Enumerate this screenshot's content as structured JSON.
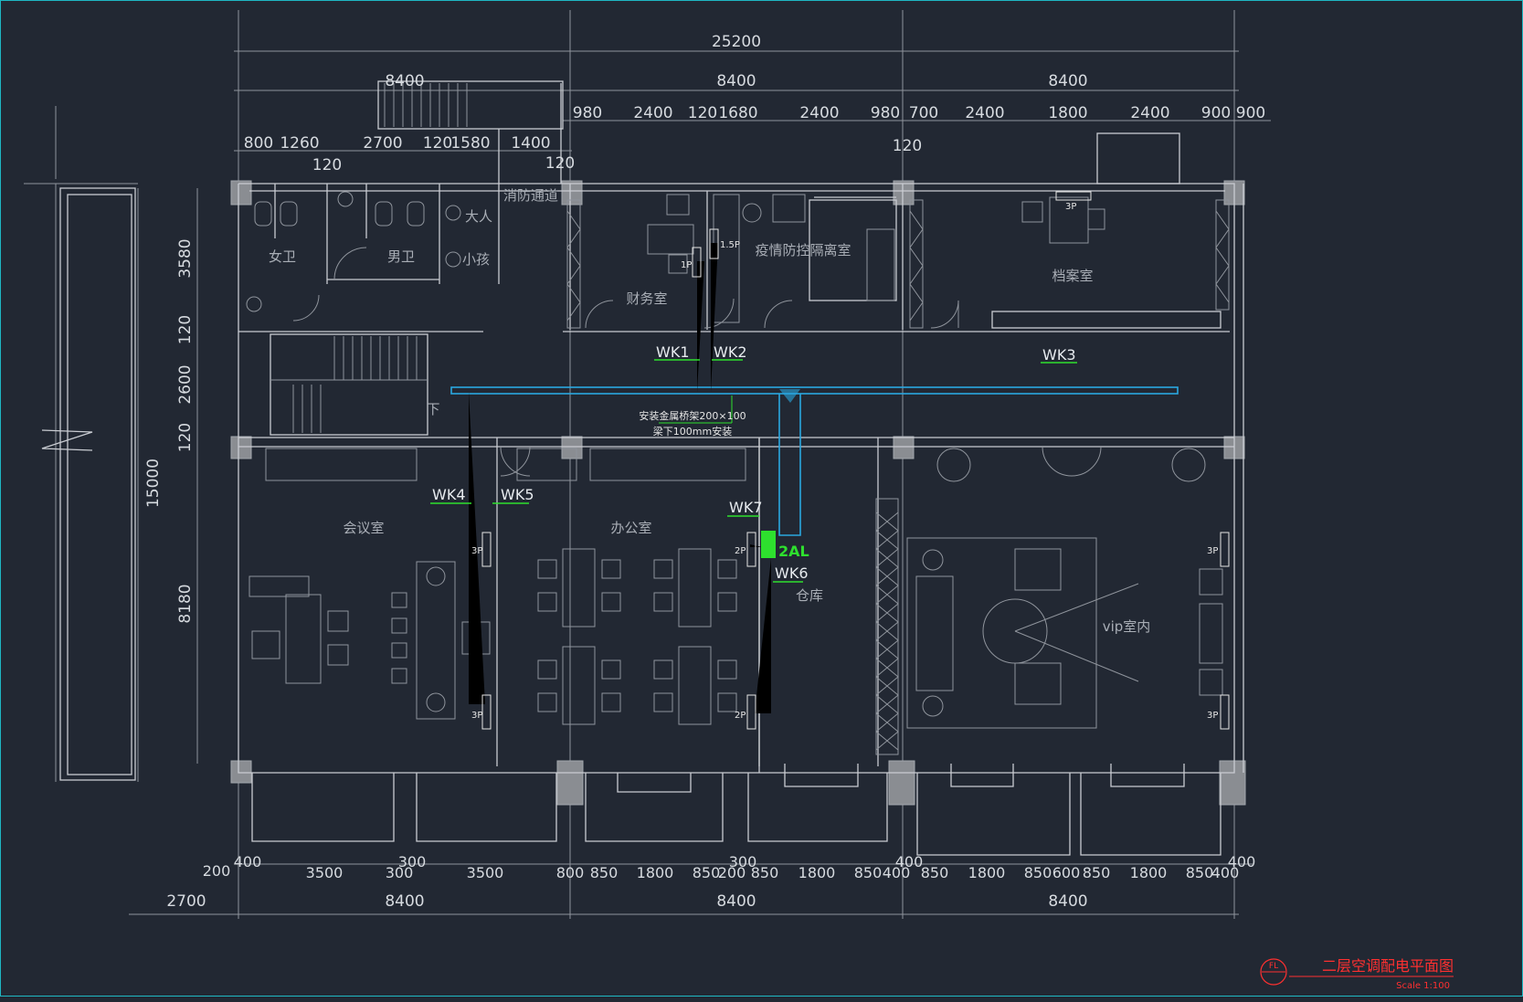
{
  "drawing": {
    "title": "二层空调配电平面图",
    "scale": "Scale 1:100",
    "stamp": "FL"
  },
  "dimensions": {
    "total_top": "25200",
    "bays_top": [
      "8400",
      "8400",
      "8400"
    ],
    "row2_mid": [
      "980",
      "2400",
      "120",
      "1680",
      "2400",
      "980"
    ],
    "row2_right": [
      "700",
      "2400",
      "1800",
      "2400",
      "900",
      "900"
    ],
    "row3_left": [
      "800",
      "1260",
      "2700",
      "120",
      "1580",
      "1400"
    ],
    "small_120": [
      "120",
      "120",
      "120"
    ],
    "left_vertical": [
      "3580",
      "120",
      "2600",
      "120",
      "8180"
    ],
    "left_total": "15000",
    "bottom_row1": [
      "200",
      "400",
      "3500",
      "300",
      "300",
      "3500",
      "800",
      "850",
      "1800",
      "850",
      "200",
      "300",
      "850",
      "1800",
      "850",
      "400",
      "400",
      "850",
      "1800",
      "850",
      "600",
      "850",
      "1800",
      "850",
      "400",
      "400"
    ],
    "bottom_bays": [
      "2700",
      "8400",
      "8400",
      "8400"
    ]
  },
  "rooms": {
    "fire_exit": "消防通道",
    "women_wc": "女卫",
    "men_wc": "男卫",
    "adults": "大人",
    "children": "小孩",
    "finance": "财务室",
    "quarantine": "疫情防控隔离室",
    "archive": "档案室",
    "meeting": "会议室",
    "office": "办公室",
    "storage": "仓库",
    "vip": "vip室内",
    "stair_down": "下"
  },
  "circuits": [
    "WK1",
    "WK2",
    "WK3",
    "WK4",
    "WK5",
    "WK6",
    "WK7"
  ],
  "panel": "2AL",
  "tray_note": [
    "安装金属桥架200×100",
    "梁下100mm安装"
  ],
  "ac_units": [
    "1.5P",
    "1P",
    "3P",
    "3P",
    "3P",
    "2P",
    "2P",
    "3P",
    "3P"
  ],
  "colors": {
    "background": "#222833",
    "frame": "#1fb8c4",
    "feeder": "#ffff33",
    "circuit_label": "#2ee02e",
    "cable_tray": "#2aa7e0",
    "title": "#ff3030"
  }
}
